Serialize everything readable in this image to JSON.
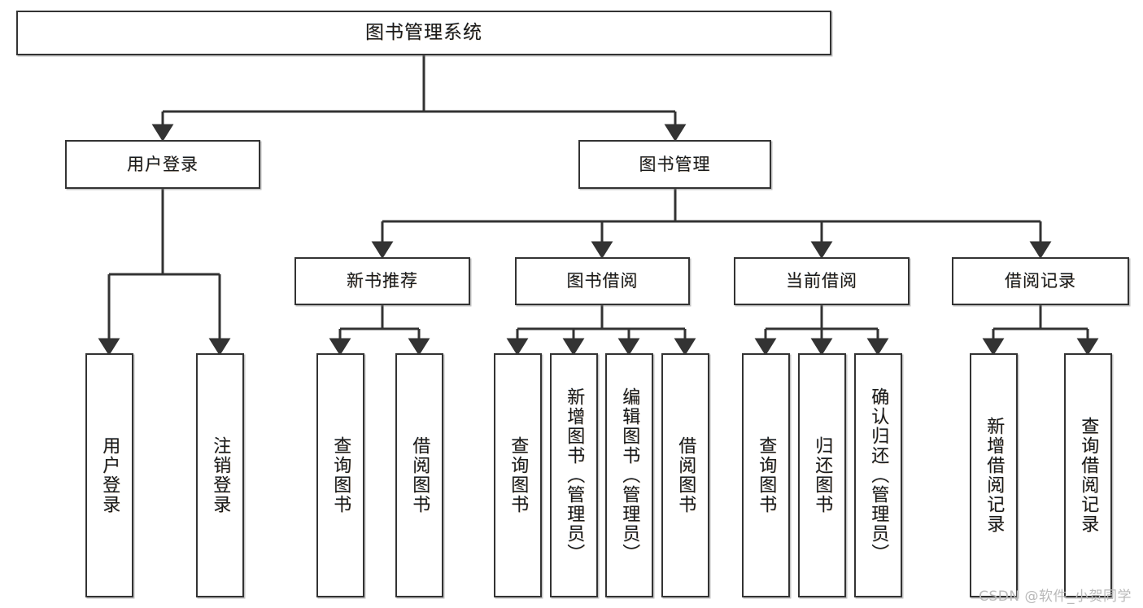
{
  "diagram": {
    "title": "图书管理系统",
    "type": "tree-hierarchy",
    "watermark": "CSDN @软件_小贺同学",
    "colors": {
      "node_border": "#333333",
      "node_fill": "#ffffff",
      "edge": "#333333",
      "text": "#1a1a1a",
      "watermark": "#b9b9b9",
      "background": "#ffffff"
    },
    "nodes": {
      "root": {
        "label": "图书管理系统"
      },
      "level1": [
        {
          "id": "user-login",
          "label": "用户登录"
        },
        {
          "id": "book-manage",
          "label": "图书管理"
        }
      ],
      "level2": [
        {
          "id": "new-book-recommend",
          "label": "新书推荐"
        },
        {
          "id": "book-borrow",
          "label": "图书借阅"
        },
        {
          "id": "current-borrow",
          "label": "当前借阅"
        },
        {
          "id": "borrow-record",
          "label": "借阅记录"
        }
      ],
      "leaves": {
        "user_login": [
          {
            "id": "leaf-user-login",
            "label": "用户登录"
          },
          {
            "id": "leaf-user-logout",
            "label": "注销登录"
          }
        ],
        "new_book_recommend": [
          {
            "id": "leaf-query-book-1",
            "label": "查询图书"
          },
          {
            "id": "leaf-borrow-book-1",
            "label": "借阅图书"
          }
        ],
        "book_borrow": [
          {
            "id": "leaf-query-book-2",
            "label": "查询图书"
          },
          {
            "id": "leaf-add-book",
            "label": "新增图书（管理员）"
          },
          {
            "id": "leaf-edit-book",
            "label": "编辑图书（管理员）"
          },
          {
            "id": "leaf-borrow-book-2",
            "label": "借阅图书"
          }
        ],
        "current_borrow": [
          {
            "id": "leaf-query-book-3",
            "label": "查询图书"
          },
          {
            "id": "leaf-return-book",
            "label": "归还图书"
          },
          {
            "id": "leaf-confirm-return",
            "label": "确认归还（管理员）"
          }
        ],
        "borrow_record": [
          {
            "id": "leaf-add-record",
            "label": "新增借阅记录"
          },
          {
            "id": "leaf-query-record",
            "label": "查询借阅记录"
          }
        ]
      }
    }
  }
}
